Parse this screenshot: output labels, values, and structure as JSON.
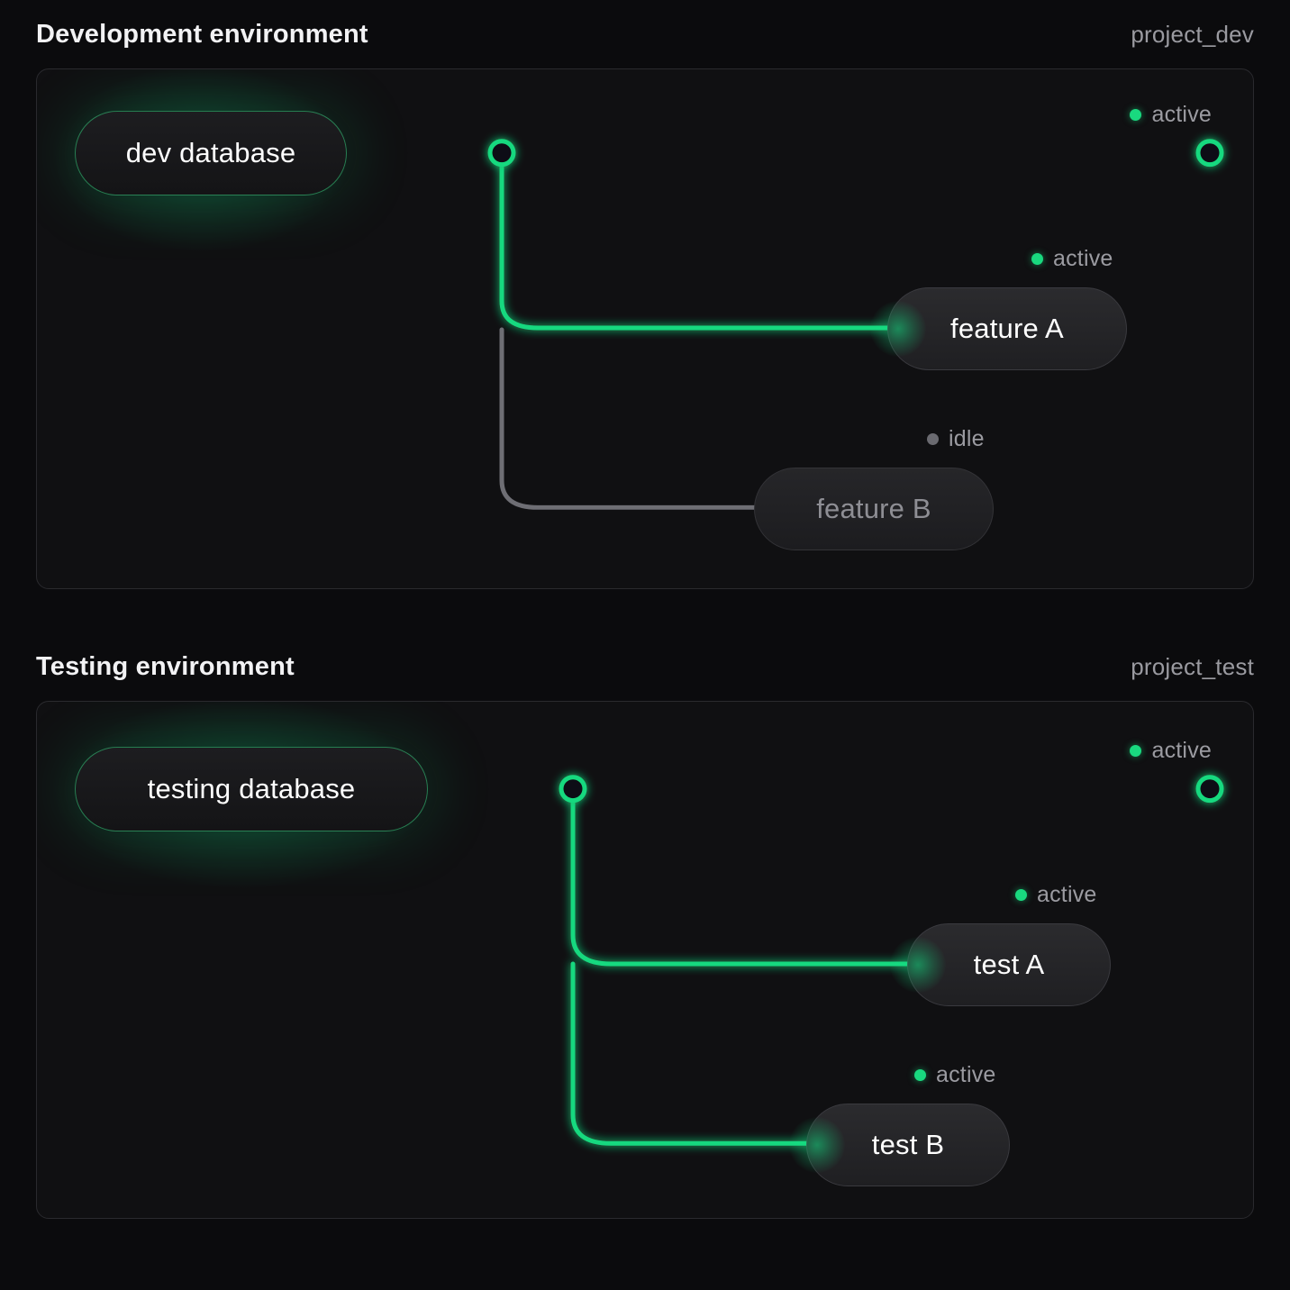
{
  "theme": {
    "background": "#0b0b0d",
    "card_background": "#101012",
    "card_border": "#2a2a2e",
    "accent_green": "#19d97f",
    "edge_active": "#19d97f",
    "edge_idle": "#6e6e74",
    "text_primary": "#f2f2f4",
    "text_muted": "#9b9ba1",
    "idle_label": "#8e8e94"
  },
  "sections": [
    {
      "id": "development",
      "title": "Development environment",
      "project": "project_dev",
      "source": {
        "label": "dev database",
        "status": "active"
      },
      "trunk_status": "active",
      "endpoint": {
        "status": "active",
        "status_label": "active"
      },
      "branches": [
        {
          "label": "feature A",
          "status": "active",
          "status_label": "active"
        },
        {
          "label": "feature B",
          "status": "idle",
          "status_label": "idle"
        }
      ]
    },
    {
      "id": "testing",
      "title": "Testing environment",
      "project": "project_test",
      "source": {
        "label": "testing database",
        "status": "active"
      },
      "trunk_status": "active",
      "endpoint": {
        "status": "active",
        "status_label": "active"
      },
      "branches": [
        {
          "label": "test A",
          "status": "active",
          "status_label": "active"
        },
        {
          "label": "test B",
          "status": "active",
          "status_label": "active"
        }
      ]
    }
  ]
}
